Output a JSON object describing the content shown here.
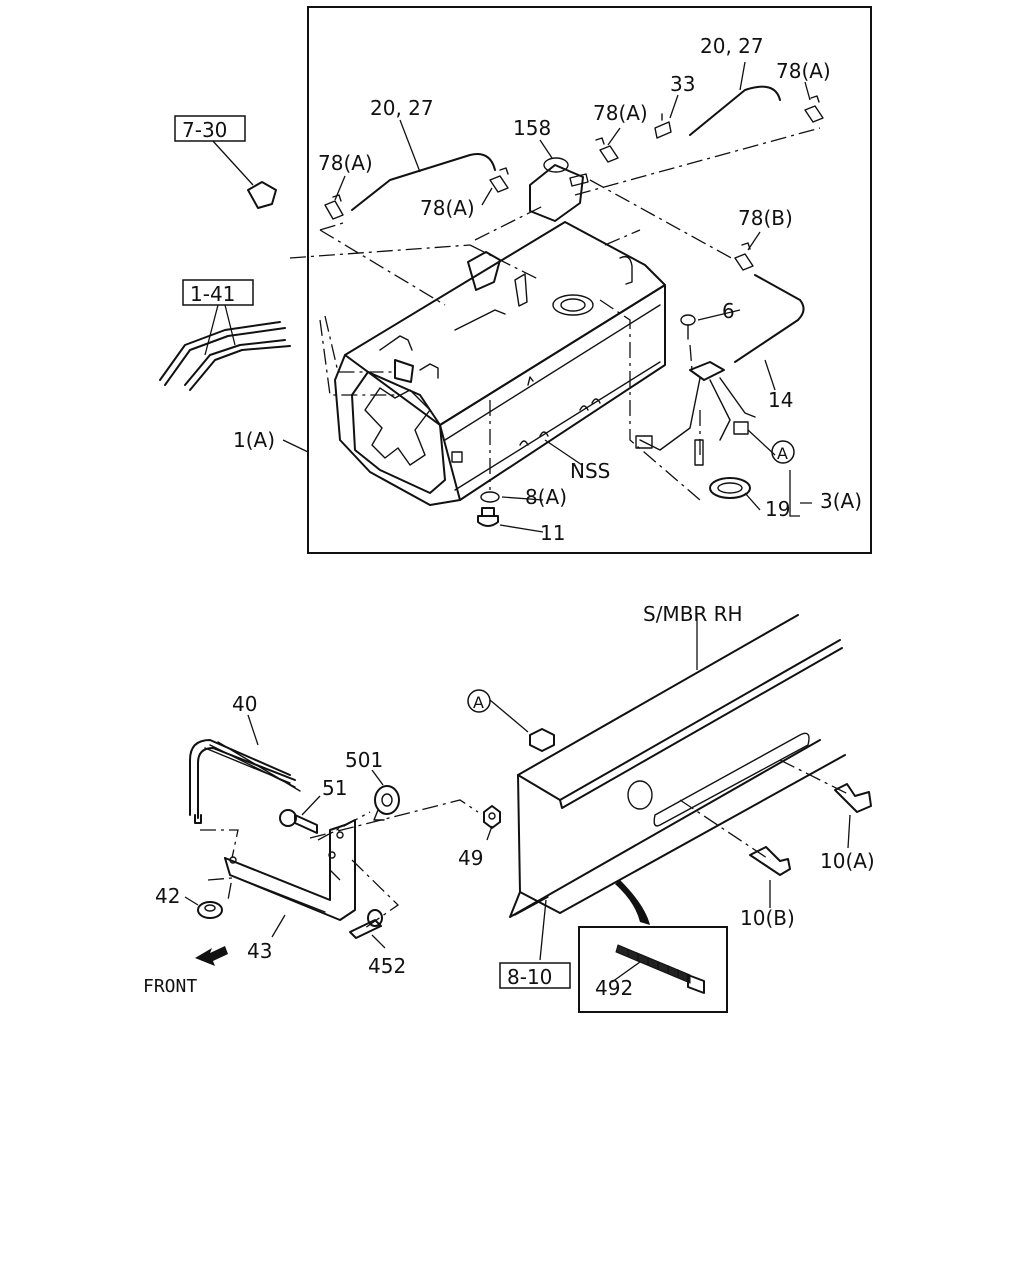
{
  "labels": {
    "hose_upper_left": "20, 27",
    "hose_upper_right": "20, 27",
    "clip_78a_right_top": "78(A)",
    "clip_78a_mid_top": "78(A)",
    "clip_78a_left": "78(A)",
    "clip_78a_center": "78(A)",
    "clip_78b": "78(B)",
    "screw_33": "33",
    "bracket_158": "158",
    "screw_6": "6",
    "hose_14": "14",
    "tank_1a": "1(A)",
    "nss": "NSS",
    "washer_8a": "8(A)",
    "plug_11": "11",
    "gasket_19": "19",
    "sender_3a": "3(A)",
    "connector_a_top": "A",
    "ref_7_30": "7-30",
    "ref_1_41": "1-41",
    "ref_8_10": "8-10",
    "frame_label": "S/MBR RH",
    "connector_a_bottom": "A",
    "clip_10a": "10(A)",
    "clip_10b": "10(B)",
    "band_40": "40",
    "bushing_501": "501",
    "bolt_51": "51",
    "nut_49": "49",
    "nut_42": "42",
    "bracket_43": "43",
    "bolt_452": "452",
    "tie_492": "492",
    "front": "FRONT"
  }
}
